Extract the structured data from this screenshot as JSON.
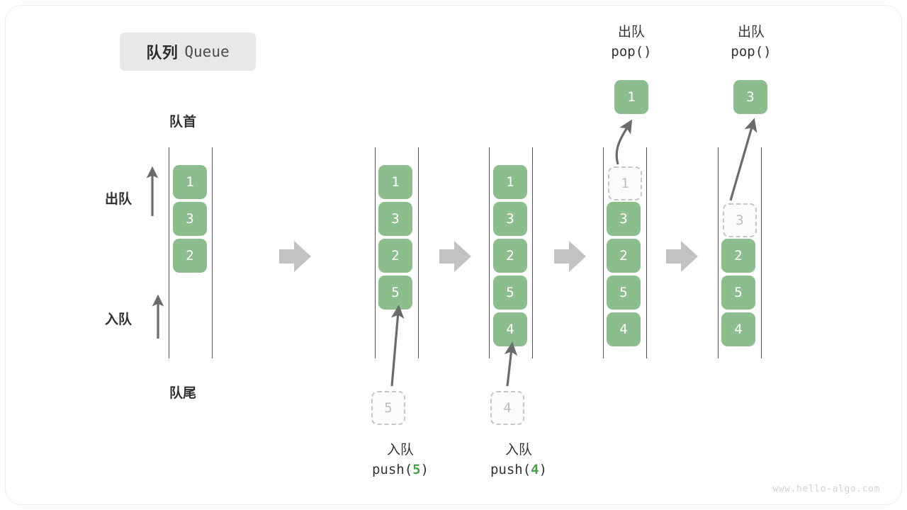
{
  "title": {
    "cn": "队列",
    "en": "Queue"
  },
  "labels": {
    "head": "队首",
    "tail": "队尾",
    "dequeue": "出队",
    "enqueue": "入队"
  },
  "watermark": "www.hello-algo.com",
  "colors": {
    "element": "#8cbd8c",
    "ghost_border": "#c6c6c6",
    "ghost_text": "#bdbdbd",
    "rail": "#555555",
    "arrow": "#6b6b6b",
    "step_arrow": "#c2c2c2",
    "badge_bg": "#e8e8e8",
    "accent_number": "#48a148"
  },
  "steps": [
    {
      "name": "initial",
      "cells": [
        "1",
        "3",
        "2"
      ],
      "ghost": null,
      "caption": null,
      "result": null
    },
    {
      "name": "push-5",
      "cells": [
        "1",
        "3",
        "2",
        "5"
      ],
      "ghost": "5",
      "caption": {
        "cn": "入队",
        "fn": "push(",
        "num": "5",
        "fn_end": ")"
      },
      "result": null
    },
    {
      "name": "push-4",
      "cells": [
        "1",
        "3",
        "2",
        "5",
        "4"
      ],
      "ghost": "4",
      "caption": {
        "cn": "入队",
        "fn": "push(",
        "num": "4",
        "fn_end": ")"
      },
      "result": null
    },
    {
      "name": "pop-1",
      "cells": [
        "3",
        "2",
        "5",
        "4"
      ],
      "ghost": "1",
      "caption": {
        "cn": "出队",
        "fn": "pop(",
        "num": "",
        "fn_end": ")"
      },
      "result": "1"
    },
    {
      "name": "pop-3",
      "cells": [
        "2",
        "5",
        "4"
      ],
      "ghost": "3",
      "caption": {
        "cn": "出队",
        "fn": "pop(",
        "num": "",
        "fn_end": ")"
      },
      "result": "3"
    }
  ]
}
